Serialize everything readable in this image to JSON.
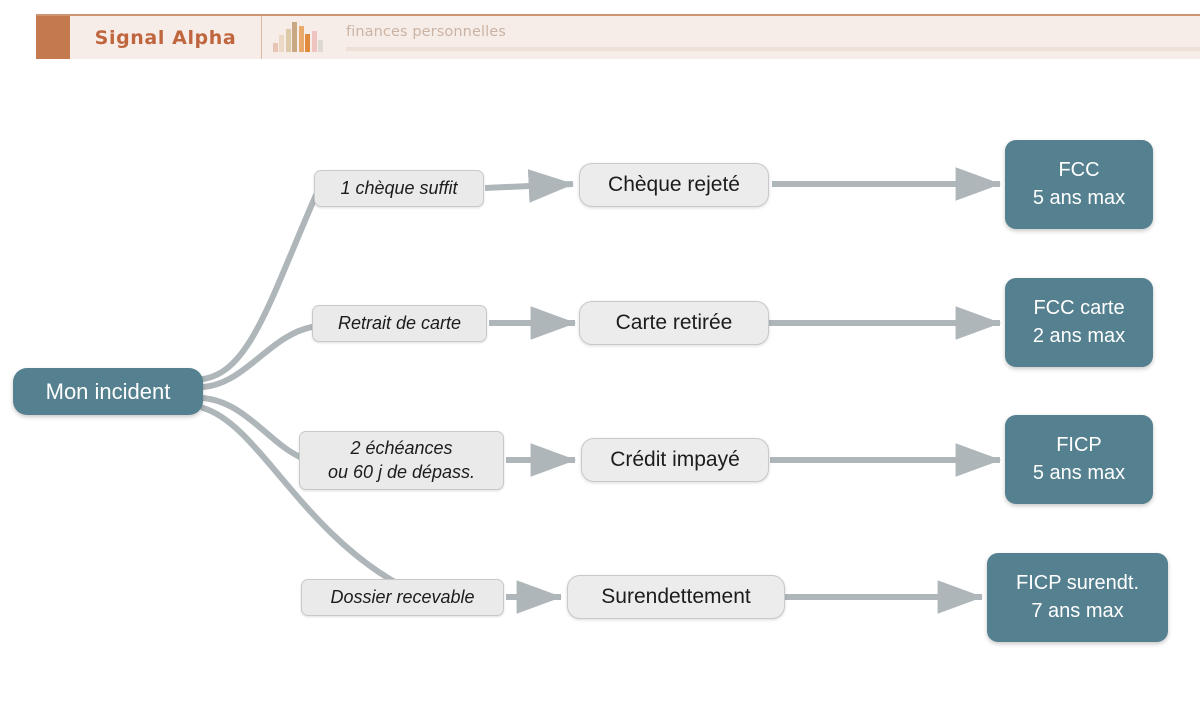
{
  "header": {
    "brand": "Signal Alpha",
    "subtitle": "finances personnelles",
    "accent_color": "#C4794F",
    "bar_color": "#F7EDE8",
    "brand_text_color": "#C0663F",
    "subtitle_color": "#CBB3A3",
    "chart_icon_name": "bar-chart-icon",
    "chart_icon_bars": [
      {
        "height": 9,
        "color": "#E8C4B4"
      },
      {
        "height": 17,
        "color": "#EBD9C6"
      },
      {
        "height": 23,
        "color": "#DCC9A8"
      },
      {
        "height": 30,
        "color": "#C8A882"
      },
      {
        "height": 26,
        "color": "#E9A96B"
      },
      {
        "height": 18,
        "color": "#E08A3C"
      },
      {
        "height": 21,
        "color": "#EEC3C0"
      },
      {
        "height": 12,
        "color": "#DEDAD2"
      }
    ]
  },
  "diagram": {
    "type": "flowchart",
    "root": {
      "label": "Mon incident",
      "color": "#54808F"
    },
    "branches": [
      {
        "condition": "1 chèque suffit",
        "condition_lines": [
          "1 chèque suffit"
        ],
        "step": "Chèque rejeté",
        "outcome_line1": "FCC",
        "outcome_line2": "5 ans max",
        "duration_years": 5
      },
      {
        "condition": "Retrait de carte",
        "condition_lines": [
          "Retrait de carte"
        ],
        "step": "Carte retirée",
        "outcome_line1": "FCC carte",
        "outcome_line2": "2 ans max",
        "duration_years": 2
      },
      {
        "condition": "2 échéances ou 60 j de dépass.",
        "condition_lines": [
          "2 échéances",
          "ou 60 j de dépass."
        ],
        "step": "Crédit impayé",
        "outcome_line1": "FICP",
        "outcome_line2": "5 ans max",
        "duration_years": 5
      },
      {
        "condition": "Dossier recevable",
        "condition_lines": [
          "Dossier recevable"
        ],
        "step": "Surendettement",
        "outcome_line1": "FICP surendt.",
        "outcome_line2": "7 ans max",
        "duration_years": 7
      }
    ],
    "edge_color": "#AEB6BA",
    "outcome_color": "#54808F",
    "node_fill": "#ECECEC"
  }
}
